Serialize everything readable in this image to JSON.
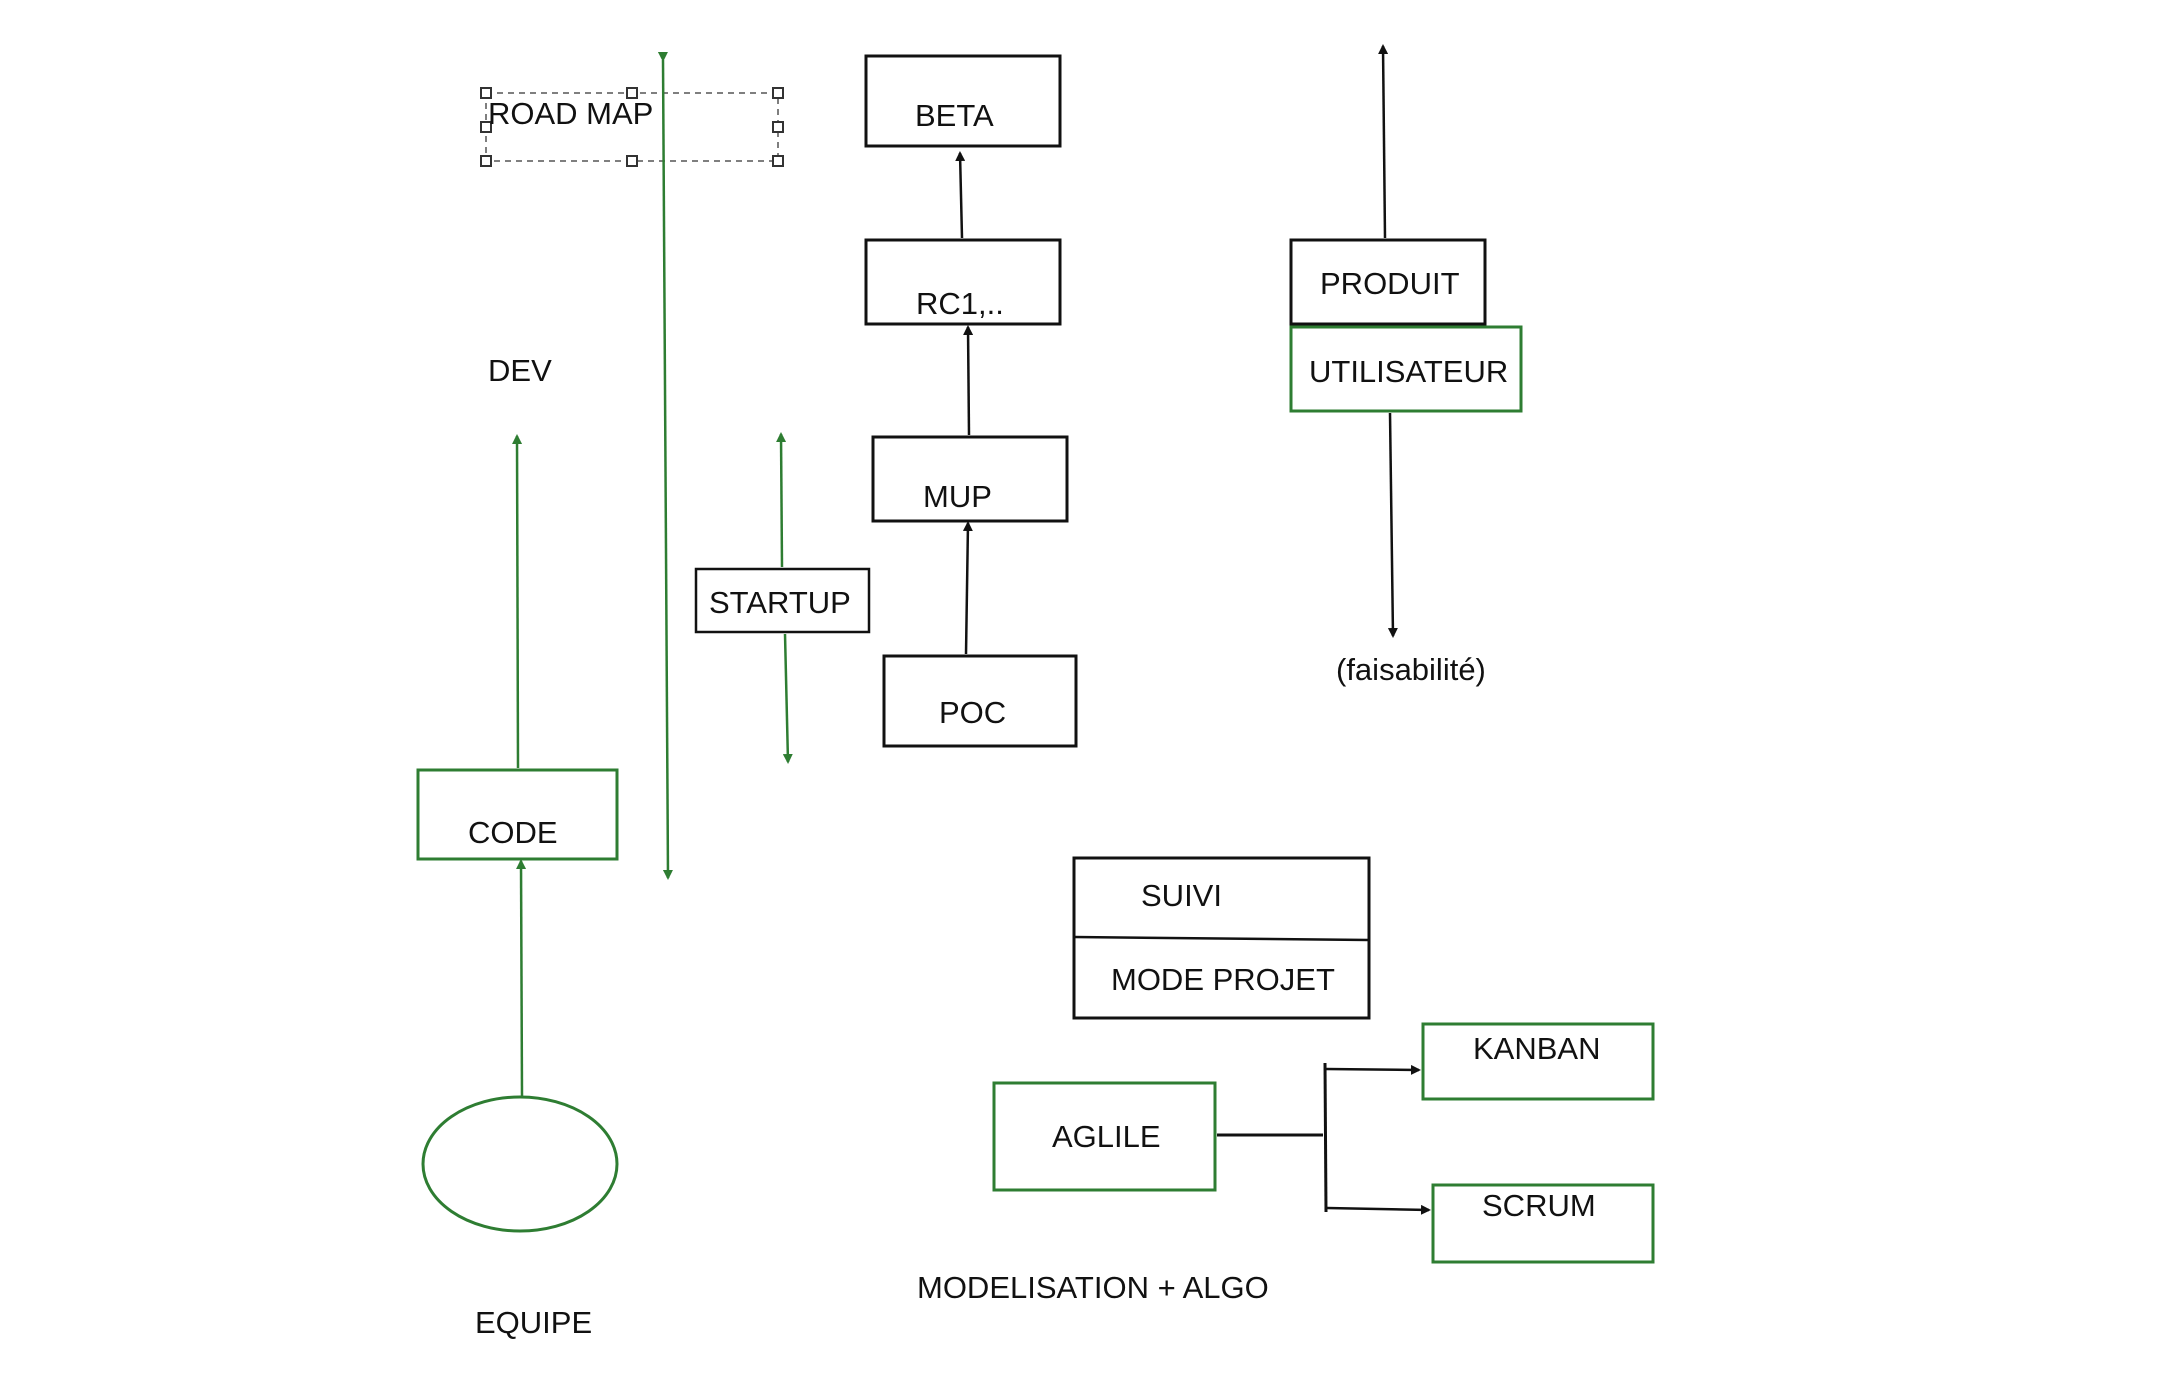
{
  "labels": {
    "road_map": "ROAD MAP",
    "dev": "DEV",
    "code": "CODE",
    "equipe": "EQUIPE",
    "startup": "STARTUP",
    "beta": "BETA",
    "rc1": "RC1,..",
    "mup": "MUP",
    "poc": "POC",
    "produit": "PRODUIT",
    "utilisateur": "UTILISATEUR",
    "faisabilite": "(faisabilité)",
    "suivi": "SUIVI",
    "mode_projet": "MODE PROJET",
    "aglile": "AGLILE",
    "kanban": "KANBAN",
    "scrum": "SCRUM",
    "modelisation": "MODELISATION + ALGO"
  },
  "colors": {
    "green": "#2e7d32",
    "black": "#111111",
    "handle": "#333333"
  }
}
